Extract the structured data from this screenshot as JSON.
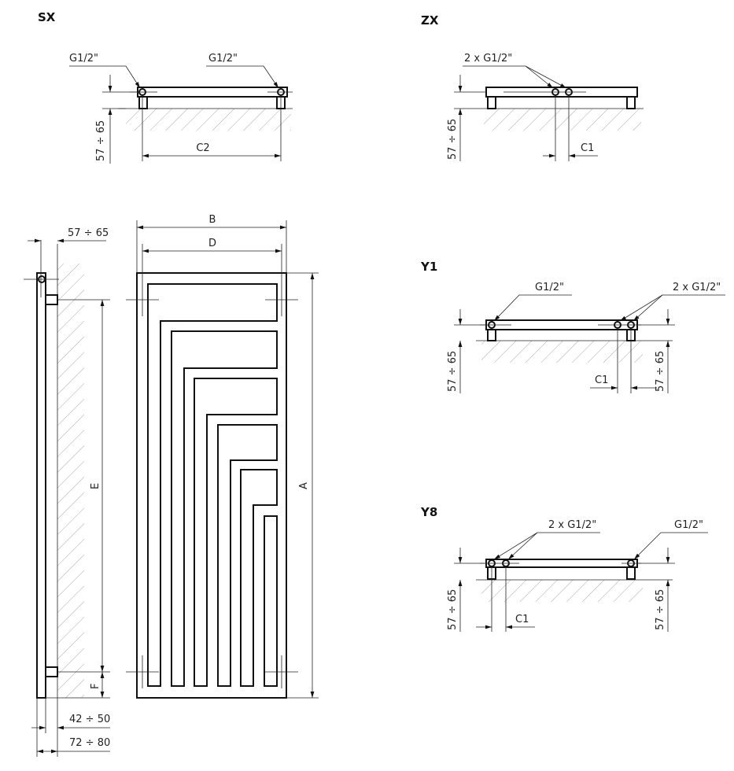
{
  "views": {
    "sx": {
      "title": "SX",
      "conn_left": "G1/2\"",
      "conn_right": "G1/2\"",
      "height": "57 ÷ 65",
      "spacing": "C2"
    },
    "zx": {
      "title": "ZX",
      "conn": "2 x G1/2\"",
      "height": "57 ÷ 65",
      "spacing": "C1"
    },
    "y1": {
      "title": "Y1",
      "conn_left": "G1/2\"",
      "conn_right": "2 x G1/2\"",
      "height_left": "57 ÷ 65",
      "height_right": "57 ÷ 65",
      "spacing": "C1"
    },
    "y8": {
      "title": "Y8",
      "conn_left": "2 x G1/2\"",
      "conn_right": "G1/2\"",
      "height_left": "57 ÷ 65",
      "height_right": "57 ÷ 65",
      "spacing": "C1"
    },
    "side": {
      "wall_gap": "57 ÷ 65",
      "depth_inner": "42 ÷ 50",
      "depth_outer": "72 ÷ 80",
      "axis_spacing": "E",
      "bottom_offset": "F"
    },
    "front": {
      "width": "B",
      "axis_width": "D",
      "height": "A"
    }
  }
}
